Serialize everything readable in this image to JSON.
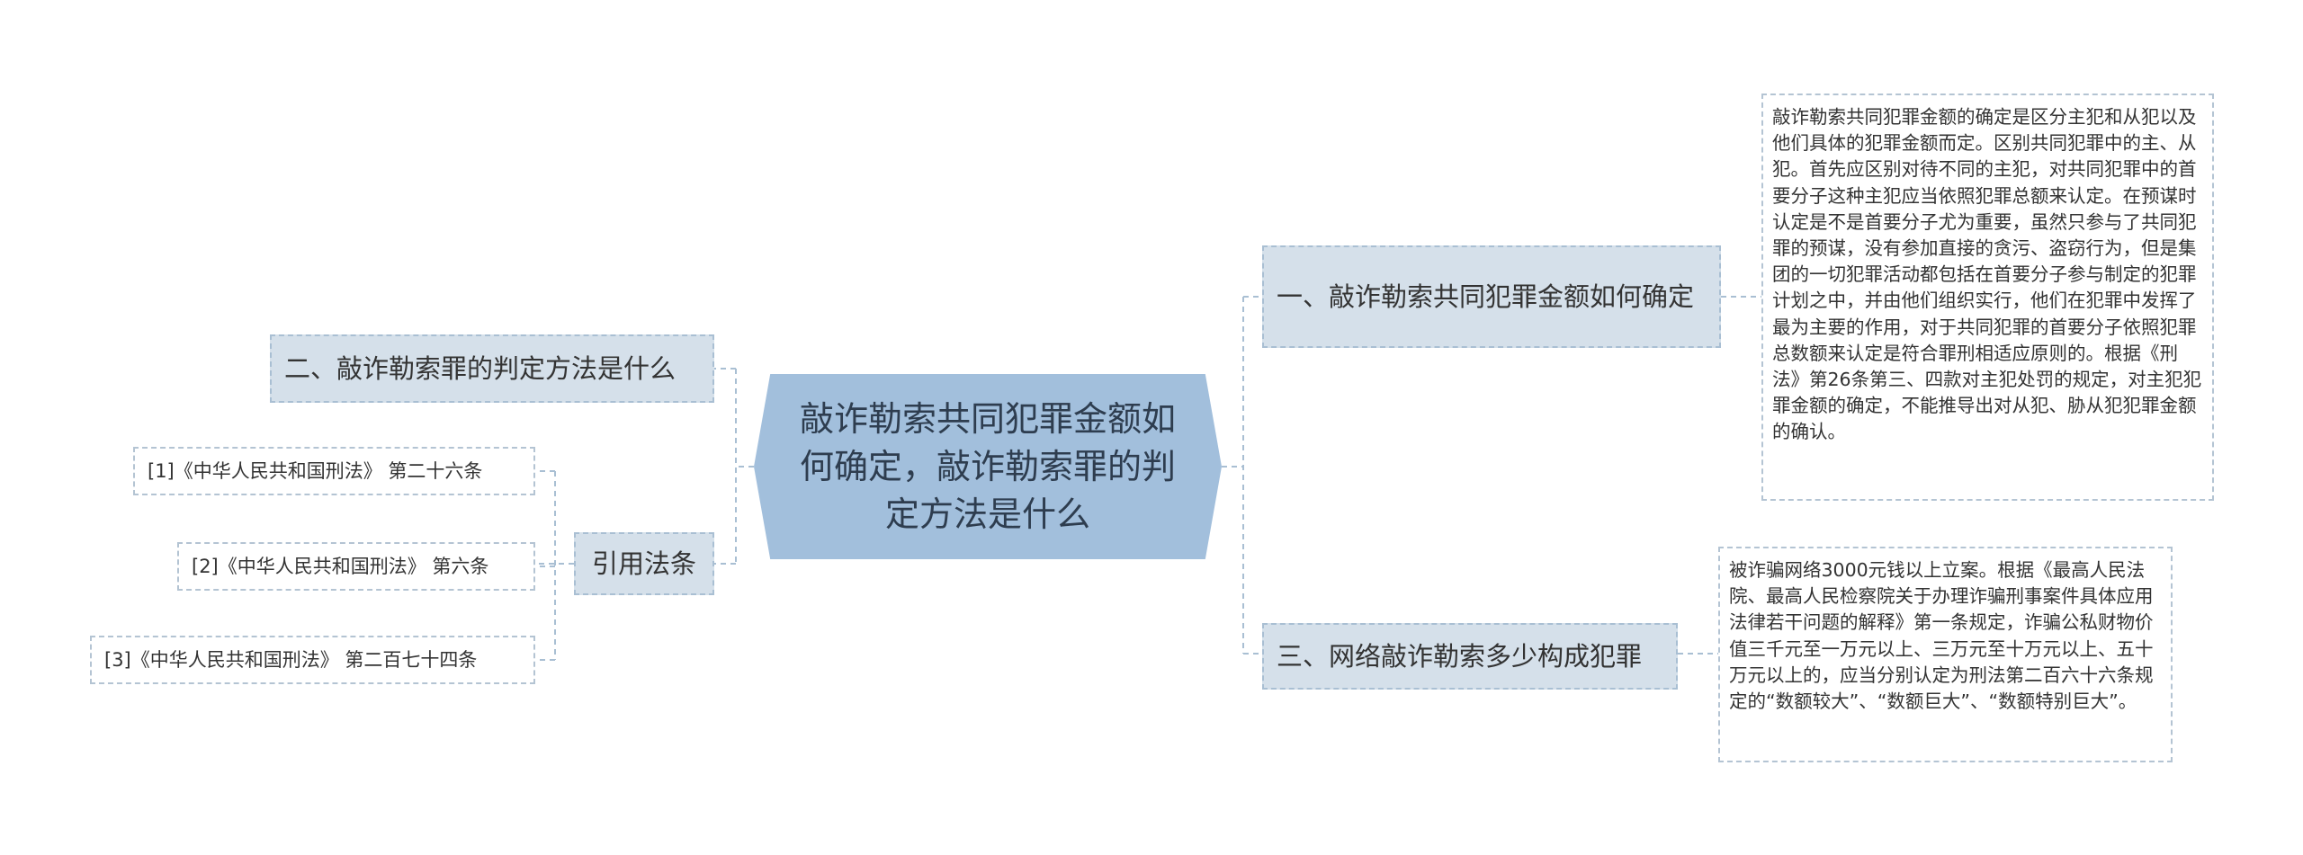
{
  "diagram": {
    "type": "mind-map",
    "center": {
      "text": "敲诈勒索共同犯罪金额如何确定，敲诈勒索罪的判定方法是什么"
    },
    "left_branches": [
      {
        "title": "二、敲诈勒索罪的判定方法是什么"
      },
      {
        "title": "引用法条",
        "citations": [
          "[1]《中华人民共和国刑法》 第二十六条",
          "[2]《中华人民共和国刑法》 第六条",
          "[3]《中华人民共和国刑法》 第二百七十四条"
        ]
      }
    ],
    "right_branches": [
      {
        "title": "一、敲诈勒索共同犯罪金额如何确定",
        "detail": "敲诈勒索共同犯罪金额的确定是区分主犯和从犯以及他们具体的犯罪金额而定。区别共同犯罪中的主、从犯。首先应区别对待不同的主犯，对共同犯罪中的首要分子这种主犯应当依照犯罪总额来认定。在预谋时认定是不是首要分子尤为重要，虽然只参与了共同犯罪的预谋，没有参加直接的贪污、盗窃行为，但是集团的一切犯罪活动都包括在首要分子参与制定的犯罪计划之中，并由他们组织实行，他们在犯罪中发挥了最为主要的作用，对于共同犯罪的首要分子依照犯罪总数额来认定是符合罪刑相适应原则的。根据《刑法》第26条第三、四款对主犯处罚的规定，对主犯犯罪金额的确定，不能推导出对从犯、胁从犯犯罪金额的确认。"
      },
      {
        "title": "三、网络敲诈勒索多少构成犯罪",
        "detail": "被诈骗网络3000元钱以上立案。根据《最高人民法院、最高人民检察院关于办理诈骗刑事案件具体应用法律若干问题的解释》第一条规定，诈骗公私财物价值三千元至一万元以上、三万元至十万元以上、五十万元以上的，应当分别认定为刑法第二百六十六条规定的“数额较大”、“数额巨大”、“数额特别巨大”。"
      }
    ],
    "colors": {
      "center_fill": "#a2bfdc",
      "topic_fill": "#d5e0ea",
      "connector": "#a9bfd3",
      "text": "#333333"
    }
  }
}
